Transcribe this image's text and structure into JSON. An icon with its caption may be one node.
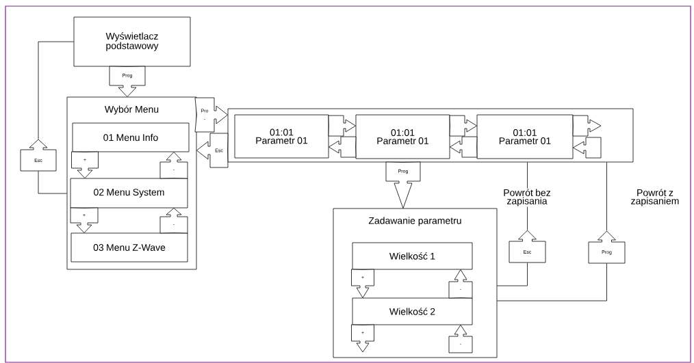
{
  "diagram": {
    "nodes": [
      {
        "text": [
          "Wyświetlacz podstawowy"
        ]
      },
      {
        "text": [
          "Wybór Menu"
        ]
      },
      {
        "text": [
          "01 Menu Info"
        ],
        "in": 1
      },
      {
        "text": [
          "02 Menu System"
        ],
        "in": 1
      },
      {
        "text": [
          "03 Menu Z-Wave"
        ],
        "in": 1
      },
      {
        "text": [
          "Esc"
        ]
      },
      {
        "text": [],
        "shape": "box"
      },
      {
        "text": [
          "01:01 Parametr 01"
        ],
        "in": 6
      },
      {
        "text": [
          "01:01 Parametr 01"
        ],
        "in": 6
      },
      {
        "text": [
          "01:01 Parametr 01"
        ],
        "in": 6
      },
      {
        "text": [
          "Zadawanie parametru"
        ]
      },
      {
        "text": [
          "Wielkość 1"
        ],
        "in": 10
      },
      {
        "text": [
          "Wielkość 2"
        ],
        "in": 10
      },
      {
        "text": [
          "Esc"
        ]
      },
      {
        "text": [
          "Prog"
        ]
      }
    ],
    "edges": [
      {
        "from": 5,
        "to": 0,
        "arrow": "none"
      },
      {
        "from": 1,
        "to": 5,
        "arrow": "none"
      },
      {
        "from": 10,
        "to": 13,
        "arrow": "none"
      },
      {
        "from": 13,
        "to": 6,
        "arrow": "none",
        "label": "Powrót bez zapisania"
      },
      {
        "from": 10,
        "to": 14,
        "arrow": "none"
      },
      {
        "from": 14,
        "to": 6,
        "arrow": "none",
        "label": "Powrót z zapisaniem"
      },
      {
        "from": 0,
        "to": 1,
        "arrow": "to",
        "label": "Prog"
      },
      {
        "from": 2,
        "to": 3,
        "arrow": "to",
        "label": "+"
      },
      {
        "from": 3,
        "to": 2,
        "arrow": "to",
        "label": "-"
      },
      {
        "from": 3,
        "to": 4,
        "arrow": "to",
        "label": "+"
      },
      {
        "from": 4,
        "to": 3,
        "arrow": "to",
        "label": "-"
      },
      {
        "from": 1,
        "to": 6,
        "arrow": "to",
        "label": "Pro -"
      },
      {
        "from": 6,
        "to": 1,
        "arrow": "to",
        "label": "Esc"
      },
      {
        "from": 7,
        "to": 8,
        "arrow": "to"
      },
      {
        "from": 8,
        "to": 7,
        "arrow": "to"
      },
      {
        "from": 8,
        "to": 9,
        "arrow": "to"
      },
      {
        "from": 9,
        "to": 8,
        "arrow": "to"
      },
      {
        "from": 9,
        "to": null,
        "arrow": "to"
      },
      {
        "from": null,
        "to": 9,
        "arrow": "to"
      },
      {
        "from": 6,
        "to": 10,
        "arrow": "to",
        "label": "Prog"
      },
      {
        "from": 11,
        "to": 12,
        "arrow": "to",
        "label": "+"
      },
      {
        "from": 12,
        "to": 11,
        "arrow": "to",
        "label": "-"
      },
      {
        "from": 12,
        "to": null,
        "arrow": "to",
        "label": "+"
      },
      {
        "from": null,
        "to": 12,
        "arrow": "to",
        "label": "-"
      }
    ]
  }
}
